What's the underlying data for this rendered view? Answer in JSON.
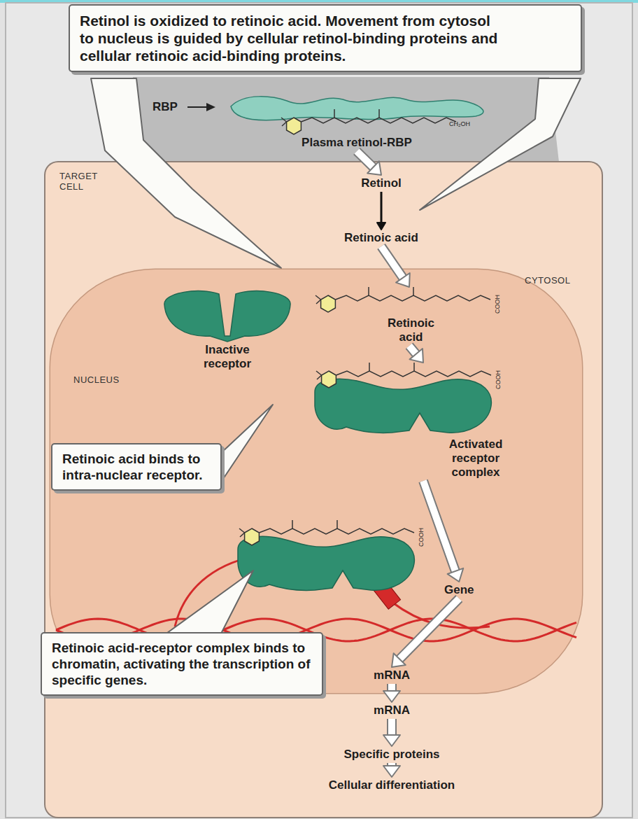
{
  "diagram": {
    "nodes": [
      {
        "text": [
          "Retinol is oxidized to retinoic acid. Movement from cytosol to nucleus is guided by cellular retinol-binding proteins and cellular retinoic acid-binding proteins."
        ]
      },
      {
        "text": [
          "Plasma retinol-RBP"
        ]
      },
      {
        "text": [
          "TARGET CELL",
          "CYTOSOL"
        ]
      },
      {
        "text": [
          "Retinol"
        ],
        "in": 2
      },
      {
        "text": [
          "Retinoic acid"
        ],
        "in": 2
      },
      {
        "text": [
          "NUCLEUS"
        ],
        "in": 2
      },
      {
        "text": [
          "Inactive receptor"
        ],
        "in": 5
      },
      {
        "text": [
          "Retinoic acid"
        ],
        "in": 5
      },
      {
        "text": [
          "Activated receptor complex"
        ],
        "in": 5
      },
      {
        "text": [
          "Retinoic acid binds to intra-nuclear receptor."
        ]
      },
      {
        "text": [
          "Gene"
        ],
        "in": 5
      },
      {
        "text": [
          "Retinoic acid-receptor complex binds to chromatin, activating the transcription of specific genes."
        ]
      },
      {
        "text": [
          "mRNA"
        ],
        "in": 5
      },
      {
        "text": [
          "mRNA"
        ],
        "in": 2
      },
      {
        "text": [
          "Specific proteins"
        ],
        "in": 2
      },
      {
        "text": [
          "Cellular differentiation"
        ],
        "in": 2
      }
    ],
    "edges": [
      {
        "from": 1,
        "to": 3,
        "arrow": "to"
      },
      {
        "from": 3,
        "to": 4,
        "arrow": "to"
      },
      {
        "from": 4,
        "to": 7,
        "arrow": "to"
      },
      {
        "from": 7,
        "to": 8,
        "arrow": "to"
      },
      {
        "from": 8,
        "to": 10,
        "arrow": "to"
      },
      {
        "from": 10,
        "to": 12,
        "arrow": "to"
      },
      {
        "from": 12,
        "to": 13,
        "arrow": "to"
      },
      {
        "from": 13,
        "to": 14,
        "arrow": "to"
      },
      {
        "from": 14,
        "to": 15,
        "arrow": "to"
      }
    ],
    "labels": [
      "RBP",
      "CH₂OH",
      "COOH",
      "COOH",
      "COOH"
    ]
  }
}
